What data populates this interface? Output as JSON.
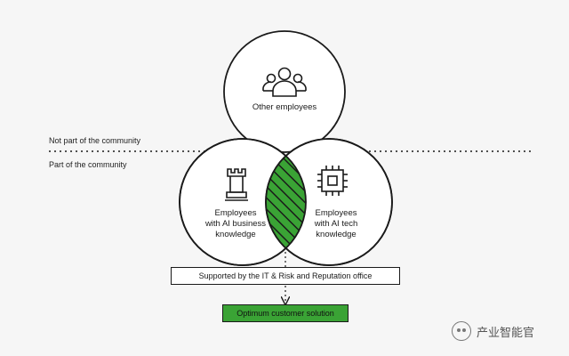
{
  "boundary": {
    "above_label": "Not part of the community",
    "below_label": "Part of the community"
  },
  "circles": {
    "top": {
      "label": "Other employees",
      "icon": "people-group-icon"
    },
    "left": {
      "label_lines": [
        "Employees",
        "with AI business",
        "knowledge"
      ],
      "icon": "chess-rook-icon"
    },
    "right": {
      "label_lines": [
        "Employees",
        "with AI tech",
        "knowledge"
      ],
      "icon": "microchip-icon"
    }
  },
  "boxes": {
    "support": "Supported by the IT & Risk and Reputation office",
    "solution": "Optimum customer solution"
  },
  "watermark": {
    "text": "产业智能官"
  },
  "colors": {
    "accent_green": "#3aa335",
    "stroke": "#1a1a1a",
    "background": "#f6f6f6"
  }
}
